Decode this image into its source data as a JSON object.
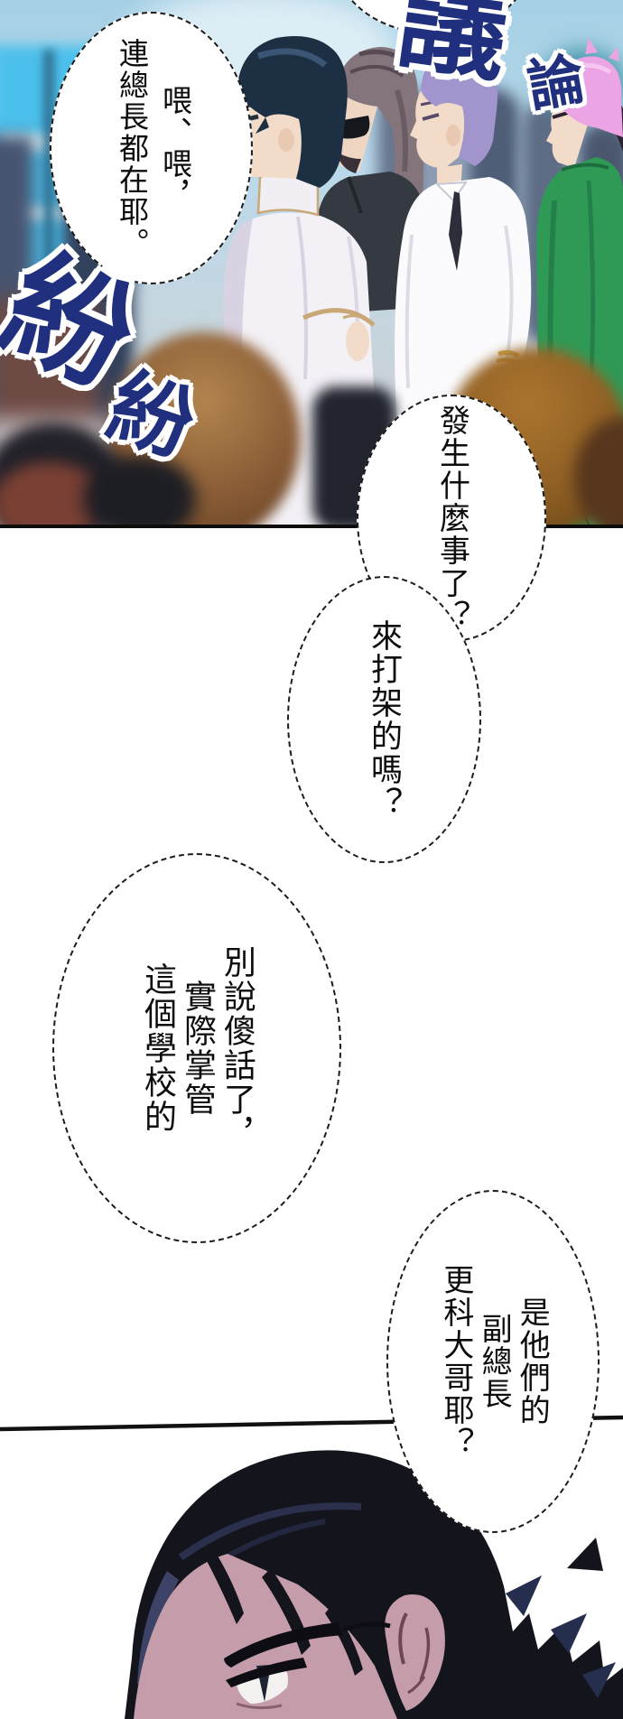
{
  "bubbles": {
    "hey": {
      "text": "喂、喂，\n連總長都在耶。"
    },
    "what": {
      "text": "發生什麼事了？"
    },
    "fight": {
      "text": "來打架的嗎？"
    },
    "silly": {
      "text": "別說傻話了，\n實際掌管\n這個學校的"
    },
    "vice": {
      "text": "是他們的\n副總長\n更科大哥耶？"
    }
  },
  "sfx": {
    "discuss_big": "議",
    "discuss_small": "論",
    "murmur_big": "紛",
    "murmur_small": "紛"
  },
  "colors": {
    "sfx_blue": "#20307e",
    "panel_border": "#0d0d0d",
    "bubble_border": "#1c1c1c",
    "sky": "#a5d0e5",
    "skin_closeup": "#c59ca9",
    "hair_closeup": "#14141d",
    "jacket_green": "#2f9a56",
    "hair_purple": "#a294cd",
    "hair_pink": "#eba4e4"
  }
}
